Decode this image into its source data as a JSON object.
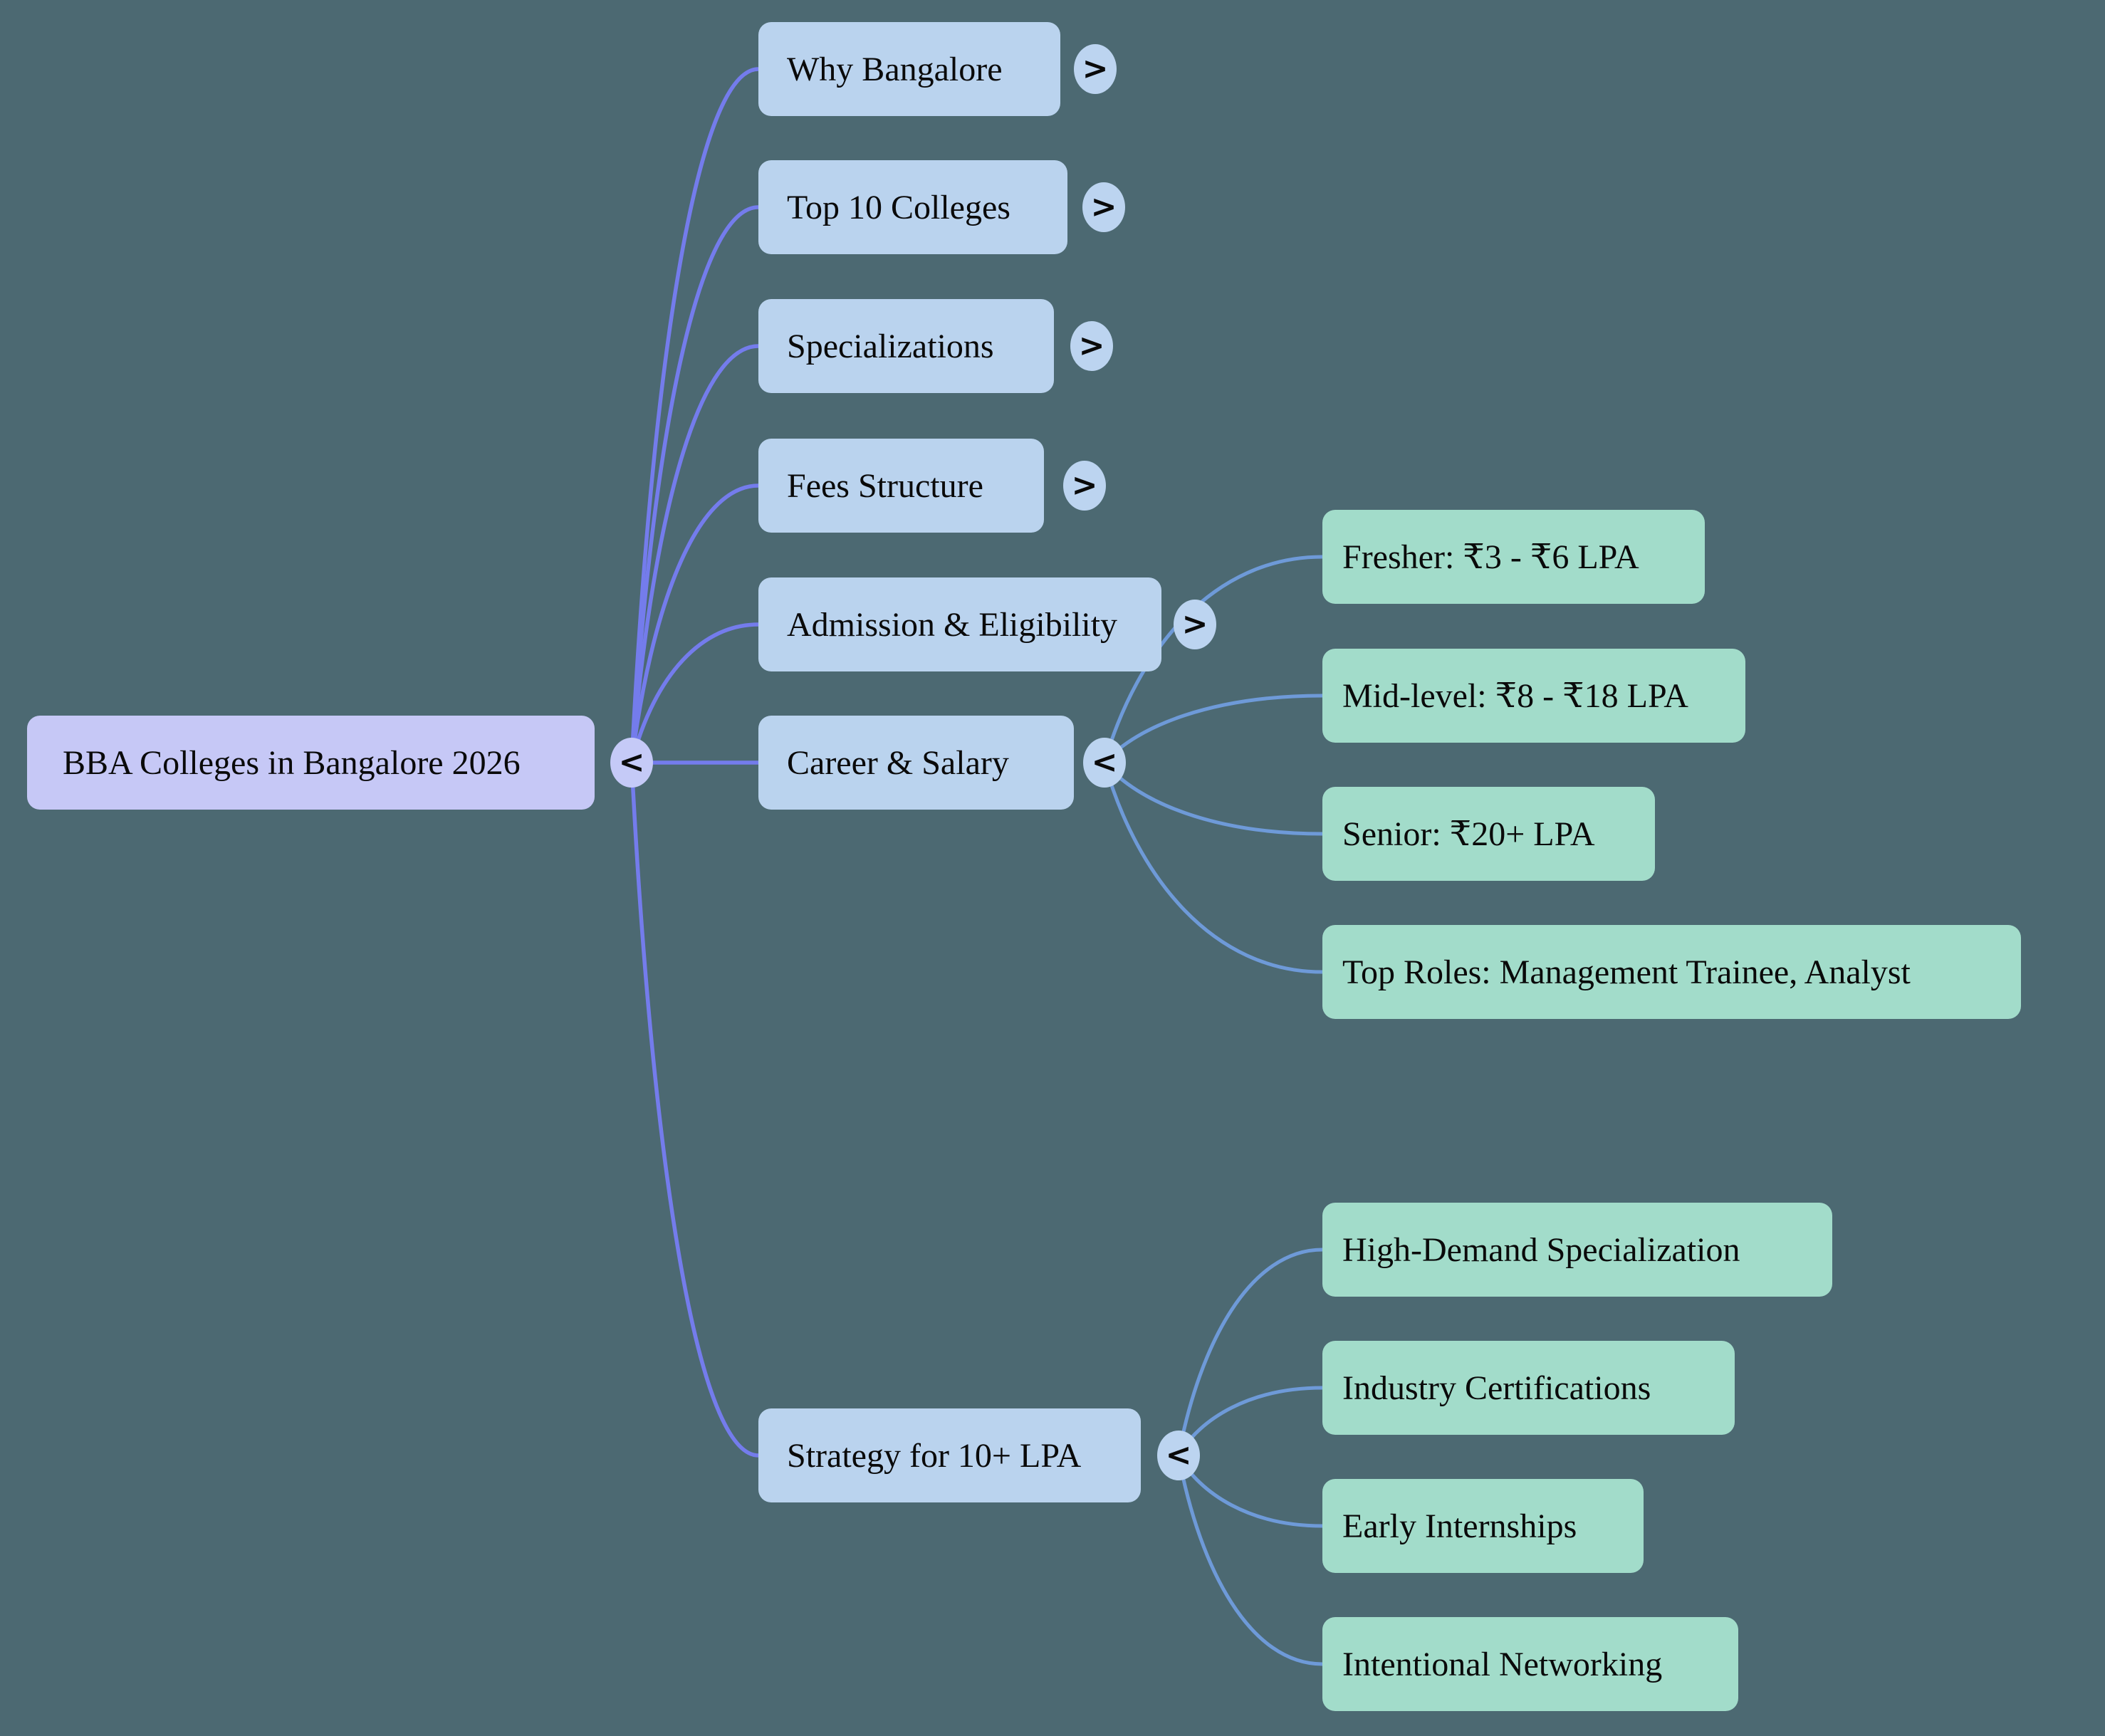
{
  "root": {
    "label": "BBA Colleges in Bangalore 2026",
    "toggle": "<"
  },
  "branches": [
    {
      "label": "Why Bangalore",
      "toggle": ">"
    },
    {
      "label": "Top 10 Colleges",
      "toggle": ">"
    },
    {
      "label": "Specializations",
      "toggle": ">"
    },
    {
      "label": "Fees Structure",
      "toggle": ">"
    },
    {
      "label": "Admission & Eligibility",
      "toggle": ">"
    },
    {
      "label": "Career & Salary",
      "toggle": "<"
    },
    {
      "label": "Strategy for 10+ LPA",
      "toggle": "<"
    }
  ],
  "career_children": [
    {
      "label": "Fresher: ₹3 - ₹6 LPA"
    },
    {
      "label": "Mid-level: ₹8 - ₹18 LPA"
    },
    {
      "label": "Senior: ₹20+ LPA"
    },
    {
      "label": "Top Roles: Management Trainee, Analyst"
    }
  ],
  "strategy_children": [
    {
      "label": "High-Demand Specialization"
    },
    {
      "label": "Industry Certifications"
    },
    {
      "label": "Early Internships"
    },
    {
      "label": "Intentional Networking"
    }
  ],
  "colors": {
    "background": "#4c6972",
    "root_fill": "#c6c8f6",
    "branch_fill": "#bad3ee",
    "leaf_fill": "#a2dcca",
    "root_link": "#747cec",
    "leaf_link": "#6e9ad8",
    "text": "#0a0a0a"
  }
}
